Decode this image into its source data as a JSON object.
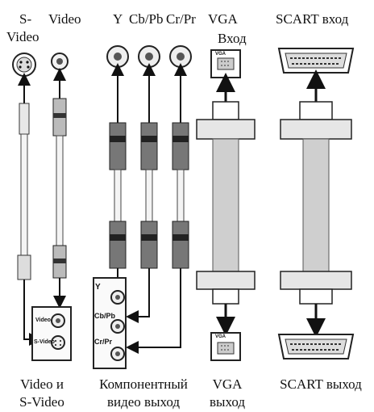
{
  "header_labels": {
    "svideo_a": "S-",
    "svideo_b": "Video",
    "video": "Video",
    "y": "Y",
    "cbpb": "Cb/Pb",
    "crpr": "Cr/Pr",
    "vga_a": "VGA",
    "vga_b": "Вход",
    "scart": "SCART вход"
  },
  "footer_labels": {
    "video_svideo_a": "Video и",
    "video_svideo_b": "S-Video",
    "component_a": "Компонентный",
    "component_b": "видео выход",
    "vga_a": "VGA",
    "vga_b": "выход",
    "scart": "SCART выход"
  },
  "panel_labels": {
    "y": "Y",
    "cbpb": "Cb/Pb",
    "crpr": "Cr/Pr",
    "video": "Video",
    "svideo": "S-Video"
  },
  "vga_port_text": "VGA",
  "colors": {
    "ink": "#1a1a1a",
    "cable_gray": "#cfcfcf",
    "plug_dark": "#2a2a2a",
    "light_gray": "#e6e6e6"
  }
}
